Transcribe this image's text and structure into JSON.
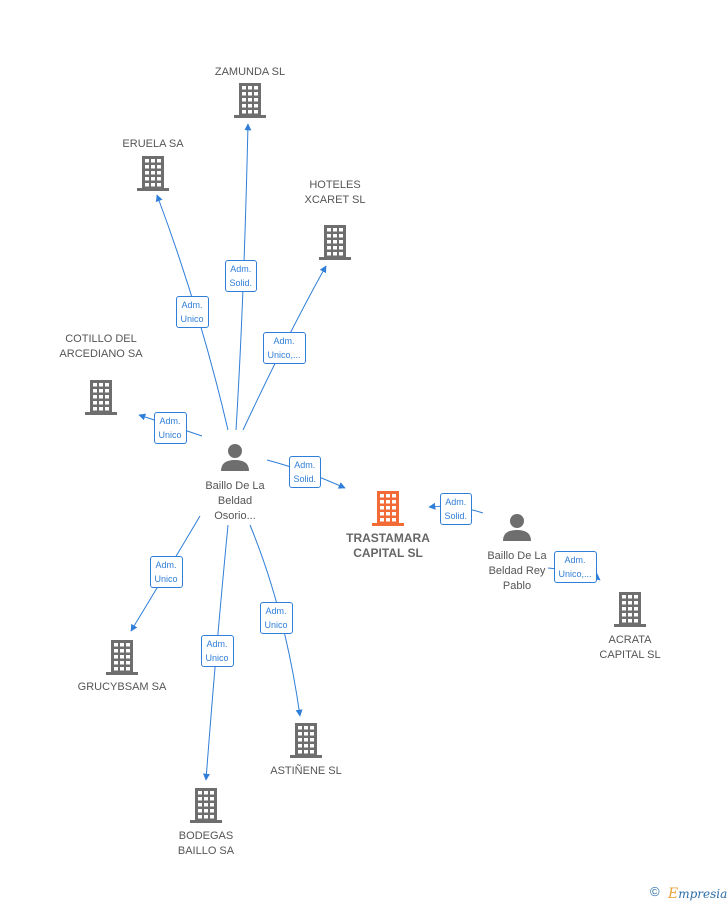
{
  "colors": {
    "edge": "#2f7ed8",
    "building": "#6e6e6e",
    "building_main": "#f26a35",
    "person": "#6e6e6e"
  },
  "nodes": [
    {
      "id": "zamunda",
      "kind": "company",
      "lines": [
        "ZAMUNDA SL"
      ]
    },
    {
      "id": "eruela",
      "kind": "company",
      "lines": [
        "ERUELA SA"
      ]
    },
    {
      "id": "hoteles",
      "kind": "company",
      "lines": [
        "HOTELES",
        "XCARET  SL"
      ]
    },
    {
      "id": "cotillo",
      "kind": "company",
      "lines": [
        "COTILLO DEL",
        "ARCEDIANO SA"
      ]
    },
    {
      "id": "baillo_osorio",
      "kind": "person",
      "lines": [
        "Baillo De La",
        "Beldad",
        "Osorio..."
      ]
    },
    {
      "id": "trastamara",
      "kind": "company_main",
      "lines": [
        "TRASTAMARA",
        "CAPITAL  SL"
      ]
    },
    {
      "id": "baillo_rey",
      "kind": "person",
      "lines": [
        "Baillo De La",
        "Beldad Rey",
        "Pablo"
      ]
    },
    {
      "id": "acrata",
      "kind": "company",
      "lines": [
        "ACRATA",
        "CAPITAL  SL"
      ]
    },
    {
      "id": "grucybsam",
      "kind": "company",
      "lines": [
        "GRUCYBSAM SA"
      ]
    },
    {
      "id": "bodegas",
      "kind": "company",
      "lines": [
        "BODEGAS",
        "BAILLO SA"
      ]
    },
    {
      "id": "astinene",
      "kind": "company",
      "lines": [
        "ASTIÑENE SL"
      ]
    }
  ],
  "edges": [
    {
      "from": "baillo_osorio",
      "to": "zamunda",
      "label": [
        "Adm.",
        "Solid."
      ]
    },
    {
      "from": "baillo_osorio",
      "to": "eruela",
      "label": [
        "Adm.",
        "Unico"
      ]
    },
    {
      "from": "baillo_osorio",
      "to": "hoteles",
      "label": [
        "Adm.",
        "Unico,..."
      ]
    },
    {
      "from": "baillo_osorio",
      "to": "cotillo",
      "label": [
        "Adm.",
        "Unico"
      ]
    },
    {
      "from": "baillo_osorio",
      "to": "trastamara",
      "label": [
        "Adm.",
        "Solid."
      ]
    },
    {
      "from": "baillo_rey",
      "to": "trastamara",
      "label": [
        "Adm.",
        "Solid."
      ]
    },
    {
      "from": "baillo_rey",
      "to": "acrata",
      "label": [
        "Adm.",
        "Unico,..."
      ]
    },
    {
      "from": "baillo_osorio",
      "to": "grucybsam",
      "label": [
        "Adm.",
        "Unico"
      ]
    },
    {
      "from": "baillo_osorio",
      "to": "bodegas",
      "label": [
        "Adm.",
        "Unico"
      ]
    },
    {
      "from": "baillo_osorio",
      "to": "astinene",
      "label": [
        "Adm.",
        "Unico"
      ]
    }
  ],
  "footer": {
    "copyright_symbol": "©",
    "brand_first": "E",
    "brand_rest": "mpresia"
  }
}
